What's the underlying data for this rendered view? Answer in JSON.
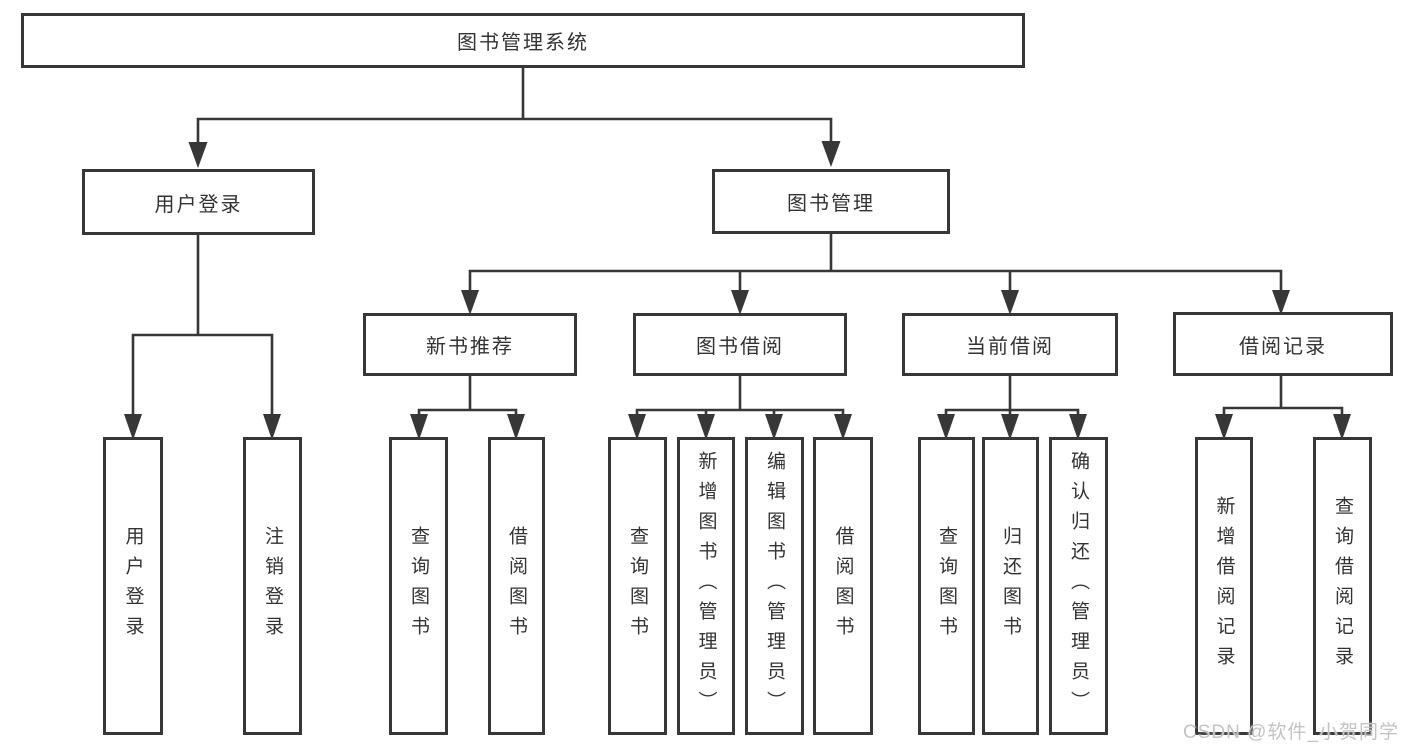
{
  "diagram": {
    "type": "hierarchy-tree",
    "title": "图书管理系统",
    "colors": {
      "line": "#373737",
      "text": "#333333",
      "background": "#ffffff",
      "watermark": "#c3c3c3"
    },
    "nodes": {
      "root": {
        "label": "图书管理系统"
      },
      "level2": [
        {
          "label": "用户登录",
          "parent": "图书管理系统"
        },
        {
          "label": "图书管理",
          "parent": "图书管理系统"
        }
      ],
      "level3": [
        {
          "label": "新书推荐",
          "parent": "图书管理"
        },
        {
          "label": "图书借阅",
          "parent": "图书管理"
        },
        {
          "label": "当前借阅",
          "parent": "图书管理"
        },
        {
          "label": "借阅记录",
          "parent": "图书管理"
        }
      ],
      "leaves": [
        {
          "label": "用户登录",
          "parent": "用户登录"
        },
        {
          "label": "注销登录",
          "parent": "用户登录"
        },
        {
          "label": "查询图书",
          "parent": "新书推荐"
        },
        {
          "label": "借阅图书",
          "parent": "新书推荐"
        },
        {
          "label": "查询图书",
          "parent": "图书借阅"
        },
        {
          "label": "新增图书（管理员）",
          "parent": "图书借阅"
        },
        {
          "label": "编辑图书（管理员）",
          "parent": "图书借阅"
        },
        {
          "label": "借阅图书",
          "parent": "图书借阅"
        },
        {
          "label": "查询图书",
          "parent": "当前借阅"
        },
        {
          "label": "归还图书",
          "parent": "当前借阅"
        },
        {
          "label": "确认归还（管理员）",
          "parent": "当前借阅"
        },
        {
          "label": "新增借阅记录",
          "parent": "借阅记录"
        },
        {
          "label": "查询借阅记录",
          "parent": "借阅记录"
        }
      ]
    },
    "watermark": "CSDN @软件_小贺同学"
  }
}
